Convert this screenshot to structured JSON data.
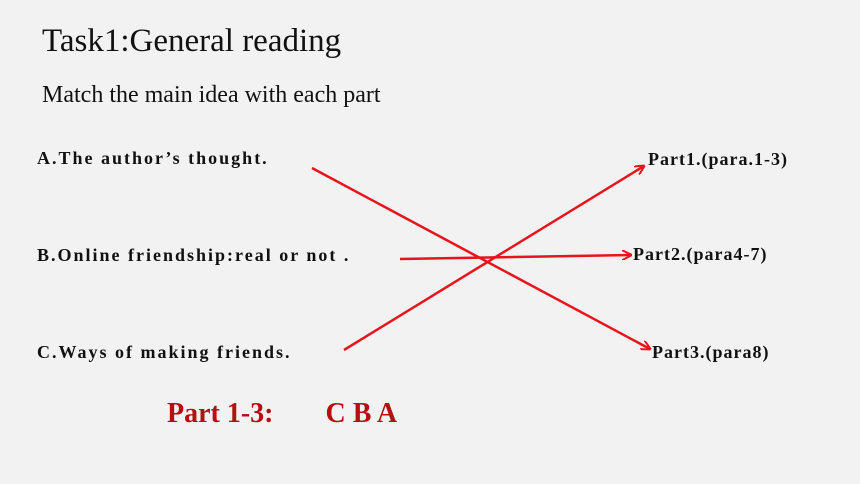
{
  "slide": {
    "title": "Task1:General reading",
    "subtitle": "Match the main idea with each part"
  },
  "left_items": [
    {
      "label": "A.The author’s thought."
    },
    {
      "label": "B.Online friendship:real or not ."
    },
    {
      "label": "C.Ways of making friends."
    }
  ],
  "right_items": [
    {
      "label": "Part1.(para.1-3)"
    },
    {
      "label": "Part2.(para4-7)"
    },
    {
      "label": "Part3.(para8)"
    }
  ],
  "answer": {
    "label": "Part 1-3:",
    "value": "C B A"
  },
  "matches": [
    {
      "from": "A",
      "to": "Part3"
    },
    {
      "from": "B",
      "to": "Part2"
    },
    {
      "from": "C",
      "to": "Part1"
    }
  ],
  "colors": {
    "background": "#f2f2f2",
    "arrow": "#e8141c",
    "answer": "#b50f0f",
    "text": "#111111"
  }
}
